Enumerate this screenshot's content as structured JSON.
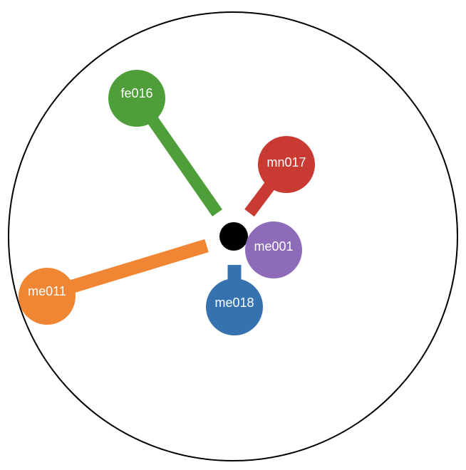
{
  "diagram": {
    "center": {
      "color": "#000000"
    },
    "nodes": [
      {
        "id": "fe016",
        "label": "fe016",
        "color": "#4e9e3a"
      },
      {
        "id": "mn017",
        "label": "mn017",
        "color": "#c93b32"
      },
      {
        "id": "me001",
        "label": "me001",
        "color": "#8e6bb8"
      },
      {
        "id": "me018",
        "label": "me018",
        "color": "#3672b0"
      },
      {
        "id": "me011",
        "label": "me011",
        "color": "#f08634"
      }
    ]
  }
}
